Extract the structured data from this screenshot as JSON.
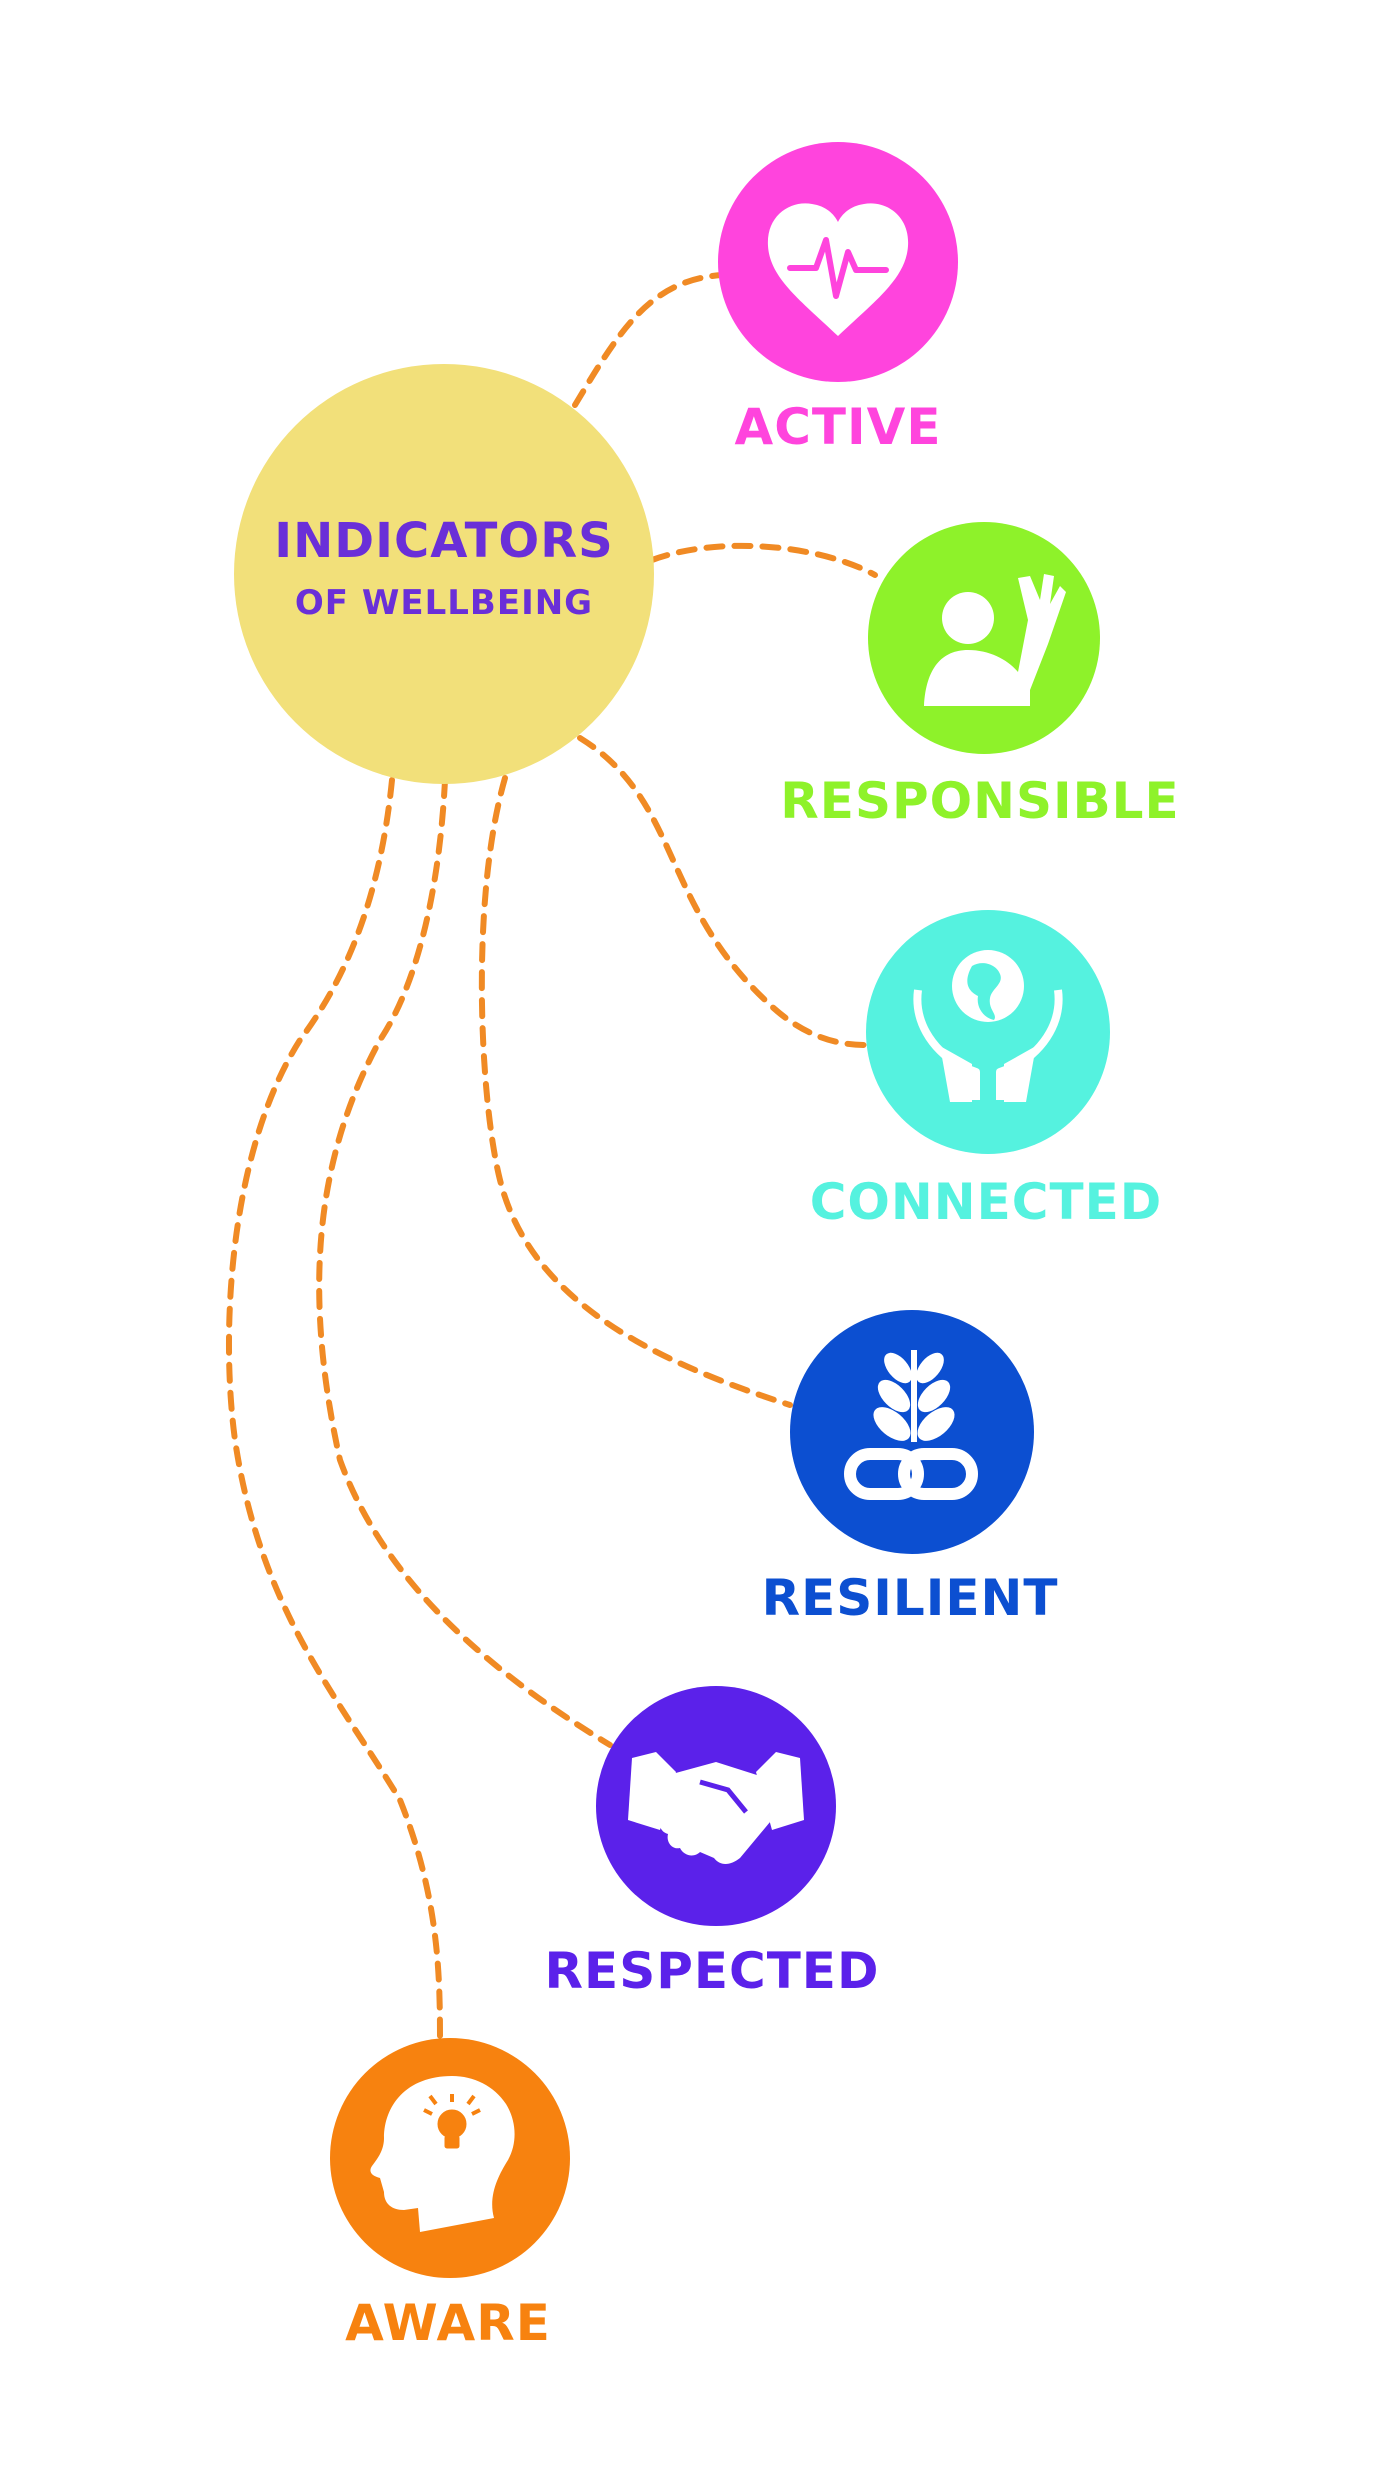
{
  "hub": {
    "title_line1": "INDICATORS",
    "title_line2": "OF WELLBEING",
    "color": "#f2e07a",
    "text_color": "#6a2fd8"
  },
  "indicators": [
    {
      "id": "active",
      "label": "ACTIVE",
      "color": "#ff44dd",
      "icon": "heart-pulse-icon"
    },
    {
      "id": "responsible",
      "label": "RESPONSIBLE",
      "color": "#8ef22a",
      "icon": "raised-hand-person-icon"
    },
    {
      "id": "connected",
      "label": "CONNECTED",
      "color": "#55f2df",
      "icon": "hands-holding-globe-icon"
    },
    {
      "id": "resilient",
      "label": "RESILIENT",
      "color": "#0c4fd1",
      "icon": "plant-chain-icon"
    },
    {
      "id": "respected",
      "label": "RESPECTED",
      "color": "#5b21ea",
      "icon": "handshake-icon"
    },
    {
      "id": "aware",
      "label": "AWARE",
      "color": "#f7820f",
      "icon": "head-lightbulb-icon"
    }
  ],
  "connector_color": "#f08a24"
}
